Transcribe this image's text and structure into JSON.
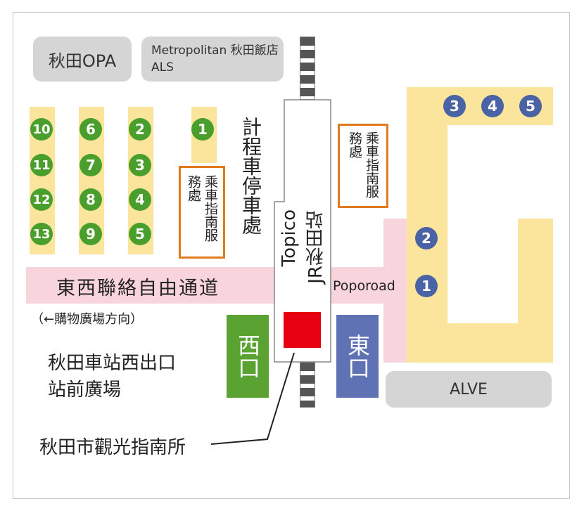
{
  "buildings": {
    "akita_opa": "秋田OPA",
    "metropolitan_line1": "Metropolitan 秋田飯店",
    "metropolitan_line2": "ALS",
    "alve": "ALVE",
    "station_topico": "Topico",
    "station_jr": "JR秋田站"
  },
  "taxi_stand": "計程車停車處",
  "boarding_office": "乘車指南服務處",
  "passage": "東西聯絡自由通道",
  "shopping_direction": "（←購物廣場方向）",
  "poporoad": "Poporoad",
  "exits": {
    "west": "西口",
    "east": "東口"
  },
  "west_plaza_line1": "秋田車站西出口",
  "west_plaza_line2": "站前廣場",
  "tourist_info": "秋田市觀光指南所",
  "west_stops": [
    "1",
    "2",
    "3",
    "4",
    "5",
    "6",
    "7",
    "8",
    "9",
    "10",
    "11",
    "12",
    "13"
  ],
  "east_stops": [
    "1",
    "2",
    "3",
    "4",
    "5"
  ],
  "colors": {
    "west_stop": "#4a9f2c",
    "east_stop": "#4a63a4",
    "tourist_info_marker": "#e60012",
    "west_exit": "#5aa332",
    "east_exit": "#5e72b4"
  }
}
